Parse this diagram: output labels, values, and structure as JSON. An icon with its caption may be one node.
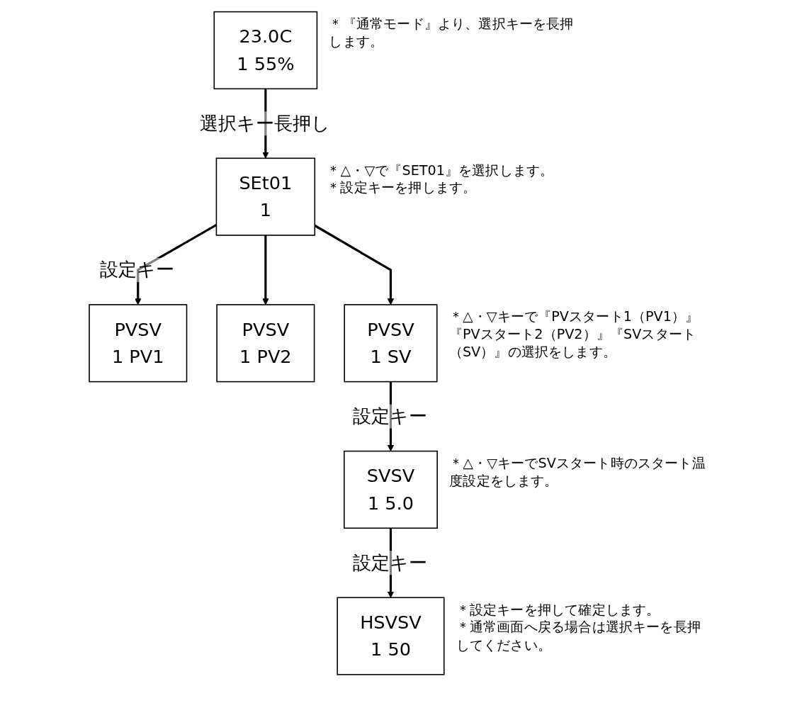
{
  "diagram": {
    "nodes": [
      {
        "text": [
          "23.0C",
          "1 55%"
        ],
        "beside": [
          "＊『通常モード』より、選択キーを長押します。"
        ]
      },
      {
        "text": [
          "SEt01",
          "1"
        ],
        "beside": [
          "＊△・▽で『SET01』を選択します。",
          "＊設定キーを押します。"
        ]
      },
      {
        "text": [
          "PVSV",
          "1 PV1"
        ]
      },
      {
        "text": [
          "PVSV",
          "1 PV2"
        ]
      },
      {
        "text": [
          "PVSV",
          "1 SV"
        ],
        "beside": [
          "＊△・▽キーで『PVスタート1（PV1）』『PVスタート2（PV2）』『SVスタート（SV）』の選択をします。"
        ]
      },
      {
        "text": [
          "SVSV",
          "1 5.0"
        ],
        "beside": [
          "＊△・▽キーでSVスタート時のスタート温度設定をします。"
        ]
      },
      {
        "text": [
          "HSVSV",
          "1 50"
        ],
        "beside": [
          "＊設定キーを押して確定します。",
          "＊通常画面へ戻る場合は選択キーを長押してください。"
        ]
      }
    ],
    "edges": [
      {
        "from": 0,
        "to": 1,
        "arrow": "to",
        "label": "選択キー長押し"
      },
      {
        "from": 1,
        "to": 2,
        "arrow": "to",
        "label": "設定キー"
      },
      {
        "from": 1,
        "to": 3,
        "arrow": "to"
      },
      {
        "from": 1,
        "to": 4,
        "arrow": "to"
      },
      {
        "from": 4,
        "to": 5,
        "arrow": "to",
        "label": "設定キー"
      },
      {
        "from": 5,
        "to": 6,
        "arrow": "to",
        "label": "設定キー"
      }
    ]
  }
}
